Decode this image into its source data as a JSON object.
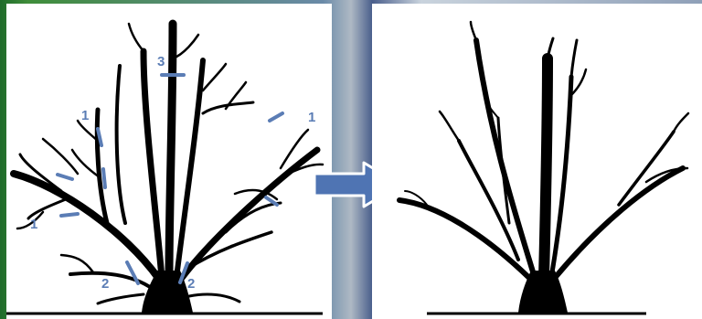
{
  "diagram": {
    "cut_labels": [
      "3",
      "1",
      "1",
      "1",
      "2",
      "2"
    ],
    "colors": {
      "tree": "#000000",
      "cut_mark": "#5b7db5",
      "arrow": "#4f74b3",
      "panel": "#ffffff"
    },
    "icons": [
      "before-pruning-tree-icon",
      "right-arrow-icon",
      "after-pruning-tree-icon"
    ]
  }
}
